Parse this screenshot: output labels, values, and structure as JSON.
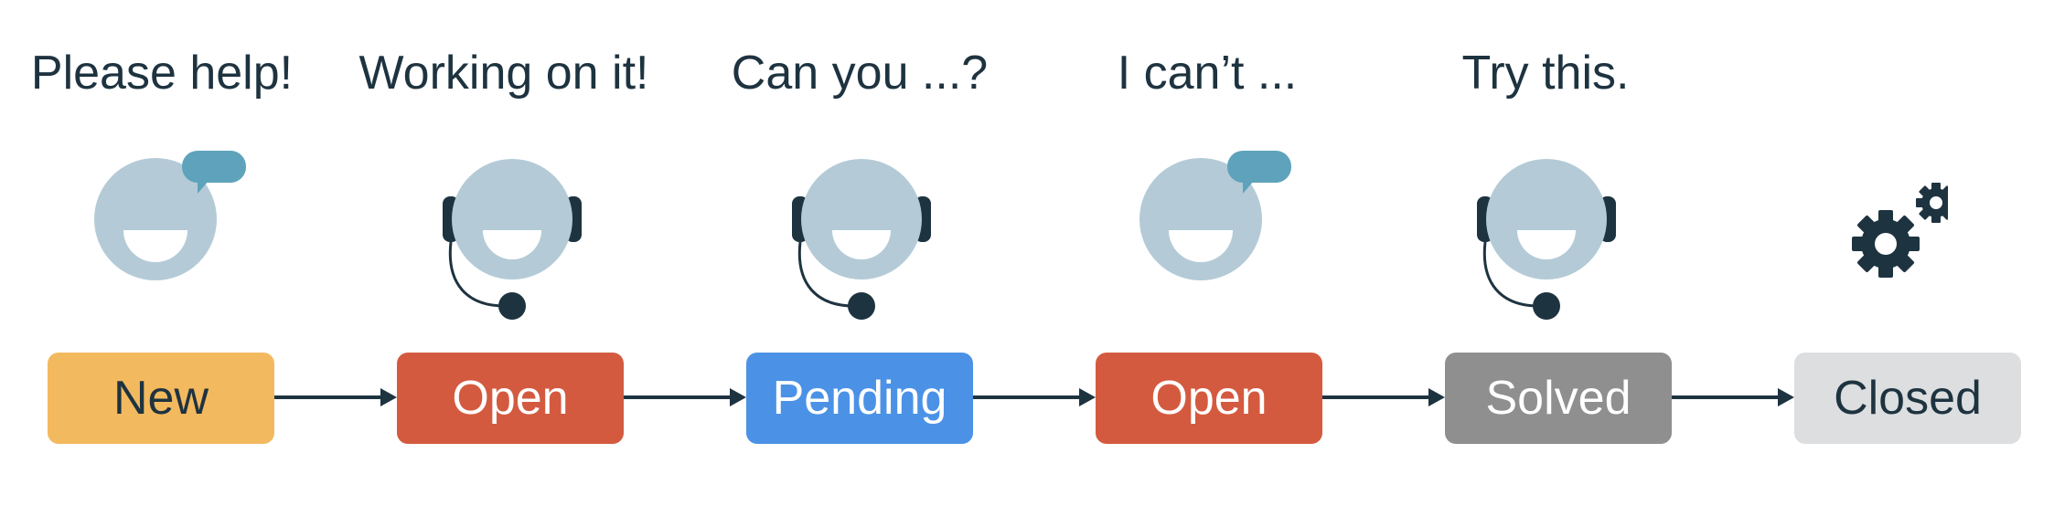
{
  "flow": {
    "captions": [
      "Please help!",
      "Working on it!",
      "Can you ...?",
      "I can’t ...",
      "Try this.",
      ""
    ],
    "statuses": [
      {
        "label": "New",
        "color": "#f3b95f",
        "text_color": "#1e3340"
      },
      {
        "label": "Open",
        "color": "#d45a3f",
        "text_color": "#ffffff"
      },
      {
        "label": "Pending",
        "color": "#4b92e6",
        "text_color": "#ffffff"
      },
      {
        "label": "Open",
        "color": "#d45a3f",
        "text_color": "#ffffff"
      },
      {
        "label": "Solved",
        "color": "#8f8f8f",
        "text_color": "#ffffff"
      },
      {
        "label": "Closed",
        "color": "#dcdedf",
        "text_color": "#1e3340"
      }
    ],
    "icons": [
      "customer-speech-icon",
      "agent-headset-icon",
      "agent-headset-icon",
      "customer-speech-icon",
      "agent-headset-icon",
      "gears-icon"
    ]
  }
}
